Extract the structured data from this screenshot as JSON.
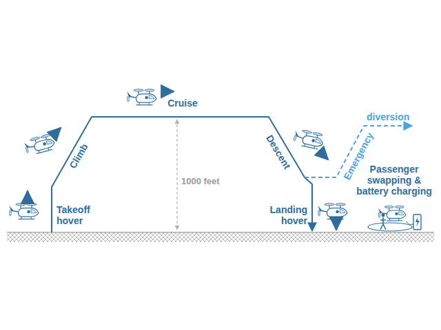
{
  "diagram": {
    "labels": [
      "Takeoff hover",
      "Climb",
      "Cruise",
      "1000 feet",
      "Descent",
      "Emergency",
      "diversion",
      "Landing hover",
      "Passenger swapping & battery charging"
    ]
  }
}
